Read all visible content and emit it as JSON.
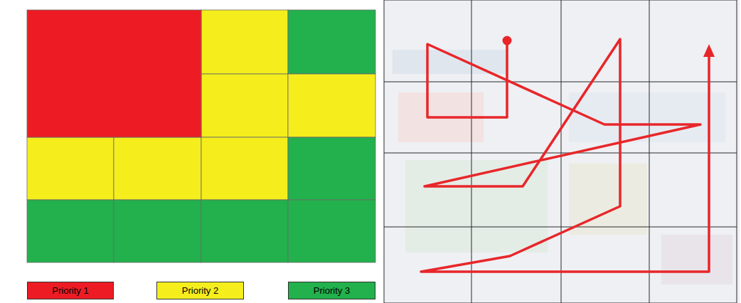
{
  "diagram": {
    "legend": [
      {
        "text": "Priority 1",
        "color": "#ed1c24"
      },
      {
        "text": "Priority 2",
        "color": "#f5ee1c"
      },
      {
        "text": "Priority 3",
        "color": "#22b14c"
      }
    ]
  }
}
